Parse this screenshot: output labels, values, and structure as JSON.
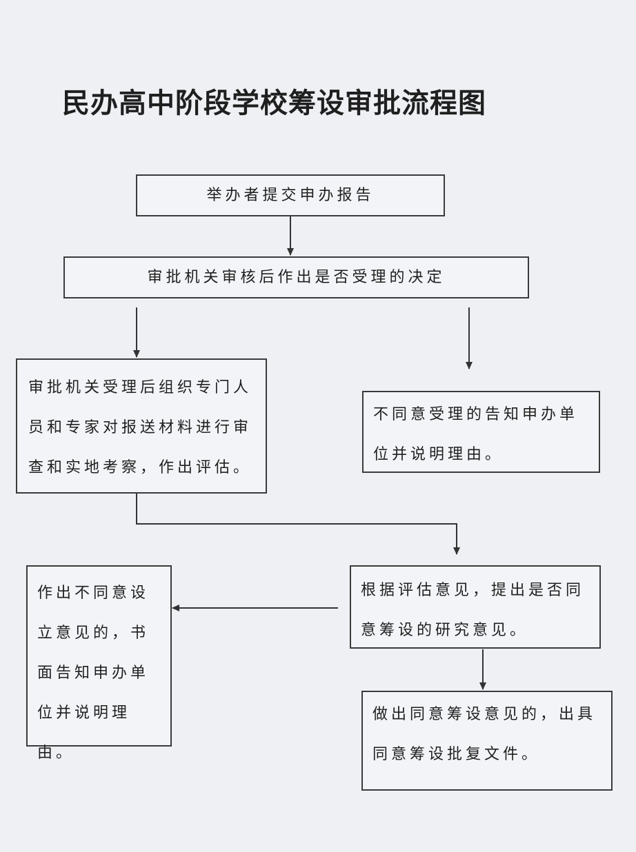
{
  "title": "民办高中阶段学校筹设审批流程图",
  "steps": {
    "submit": "举办者提交申办报告",
    "decide": "审批机关审核后作出是否受理的决定",
    "review": "审批机关受理后组织专门人员和专家对报送材料进行审查和实地考察，作出评估。",
    "reject_accept": "不同意受理的告知申办单位并说明理由。",
    "research": "根据评估意见，提出是否同意筹设的研究意见。",
    "disagree": "作出不同意设立意见的，书面告知申办单位并说明理由。",
    "agree": "做出同意筹设意见的，出具同意筹设批复文件。"
  }
}
